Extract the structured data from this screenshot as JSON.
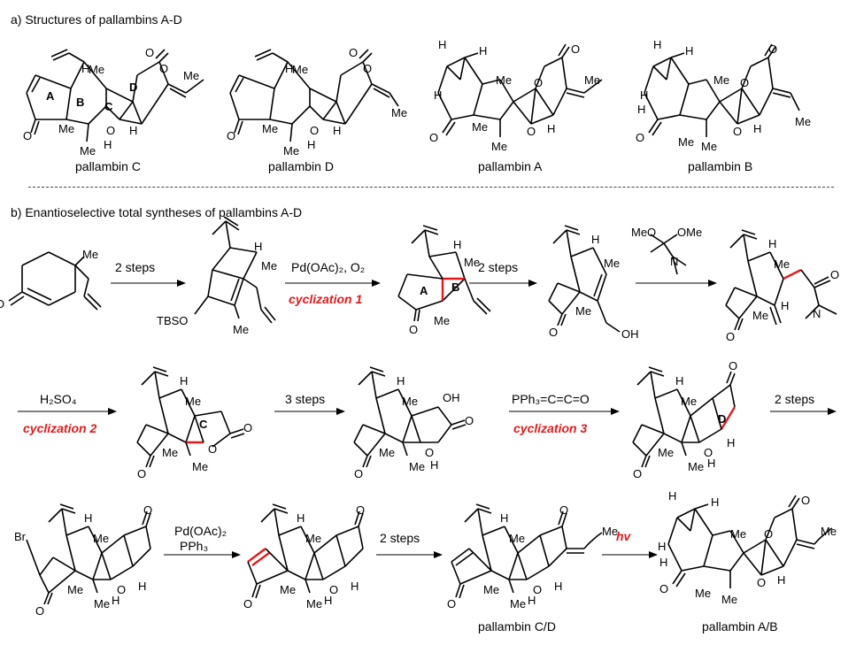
{
  "section_a": {
    "title": "a) Structures of pallambins A-D",
    "compounds": [
      "pallambin C",
      "pallambin D",
      "pallambin A",
      "pallambin B"
    ]
  },
  "section_b": {
    "title": "b) Enantioselective total syntheses of pallambins A-D",
    "row1": {
      "step1": "2 steps",
      "step2_reagent": "Pd(OAc)₂, O₂",
      "step2_label": "cyclization 1",
      "step3": "2 steps",
      "step4_reagent": "MeO  OMe"
    },
    "row2": {
      "step1_reagent": "H₂SO₄",
      "step1_label": "cyclization 2",
      "step2": "3 steps",
      "step3_reagent": "PPh₃=C=C=O",
      "step3_label": "cyclization 3",
      "step4": "2 steps"
    },
    "row3": {
      "step1_reagent_1": "Pd(OAc)₂",
      "step1_reagent_2": "PPh₃",
      "step2": "2 steps",
      "step3": "hv",
      "product1": "pallambin C/D",
      "product2": "pallambin A/B"
    }
  },
  "atom_labels": {
    "me": "Me",
    "h": "H",
    "o": "O",
    "oh": "OH",
    "tbso": "TBSO",
    "br": "Br",
    "ring_a": "A",
    "ring_b": "B",
    "ring_c": "C",
    "ring_d": "D",
    "me2n": "N",
    "meo": "MeO",
    "ome": "OMe"
  },
  "colors": {
    "highlight": "#e41a1c",
    "ink": "#000000"
  }
}
